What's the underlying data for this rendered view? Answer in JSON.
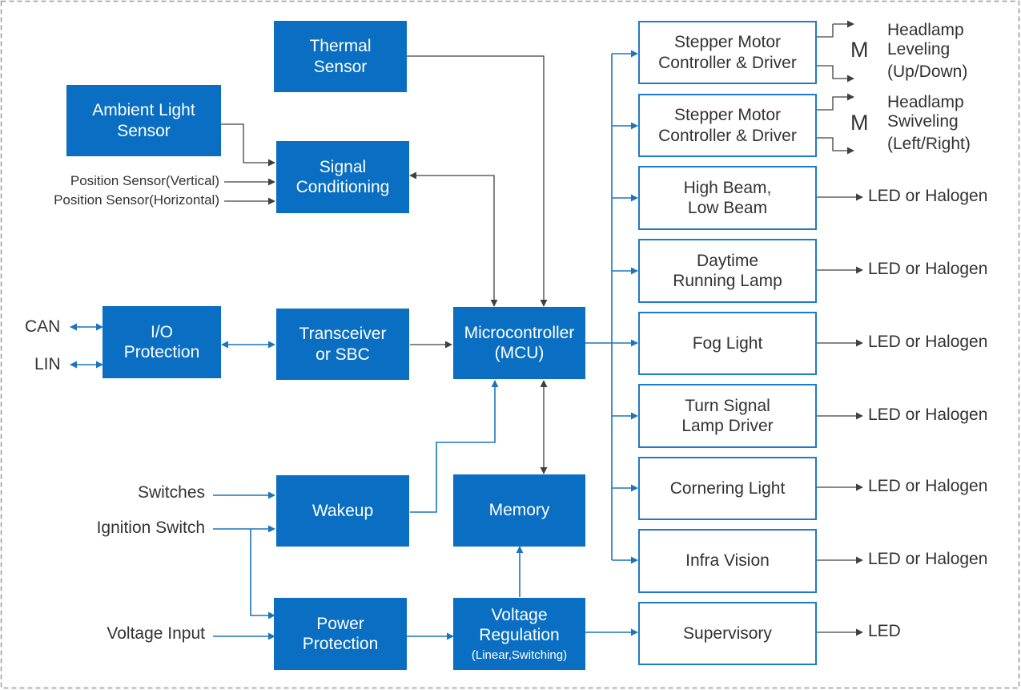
{
  "blocks": {
    "thermal_sensor": [
      "Thermal",
      "Sensor"
    ],
    "ambient_light_sensor": [
      "Ambient Light",
      "Sensor"
    ],
    "signal_conditioning": [
      "Signal",
      "Conditioning"
    ],
    "io_protection": [
      "I/O",
      "Protection"
    ],
    "transceiver": [
      "Transceiver",
      "or SBC"
    ],
    "mcu": [
      "Microcontroller",
      "(MCU)"
    ],
    "wakeup": "Wakeup",
    "memory": "Memory",
    "power_protection": [
      "Power",
      "Protection"
    ],
    "voltage_regulation": [
      "Voltage",
      "Regulation"
    ],
    "voltage_regulation_note": "(Linear,Switching)"
  },
  "inputs": {
    "position_vertical": "Position Sensor(Vertical)",
    "position_horizontal": "Position Sensor(Horizontal)",
    "can": "CAN",
    "lin": "LIN",
    "switches": "Switches",
    "ignition_switch": "Ignition Switch",
    "voltage_input": "Voltage Input"
  },
  "outputs": [
    {
      "block": [
        "Stepper Motor",
        "Controller & Driver"
      ],
      "motor": "M",
      "load": [
        "Headlamp",
        "Leveling",
        "(Up/Down)"
      ]
    },
    {
      "block": [
        "Stepper Motor",
        "Controller & Driver"
      ],
      "motor": "M",
      "load": [
        "Headlamp",
        "Swiveling",
        "(Left/Right)"
      ]
    },
    {
      "block": [
        "High Beam,",
        "Low Beam"
      ],
      "load": [
        "LED or Halogen"
      ]
    },
    {
      "block": [
        "Daytime",
        "Running Lamp"
      ],
      "load": [
        "LED or Halogen"
      ]
    },
    {
      "block": [
        "Fog Light"
      ],
      "load": [
        "LED or Halogen"
      ]
    },
    {
      "block": [
        "Turn Signal",
        "Lamp Driver"
      ],
      "load": [
        "LED or Halogen"
      ]
    },
    {
      "block": [
        "Cornering Light"
      ],
      "load": [
        "LED or Halogen"
      ]
    },
    {
      "block": [
        "Infra Vision"
      ],
      "load": [
        "LED or Halogen"
      ]
    },
    {
      "block": [
        "Supervisory"
      ],
      "load": [
        "LED"
      ]
    }
  ],
  "colors": {
    "block_fill": "#0a6fc2",
    "block_border": "#1f7ac9",
    "arrow_blue": "#1b75bc",
    "arrow_dark": "#404040",
    "text": "#333333"
  }
}
